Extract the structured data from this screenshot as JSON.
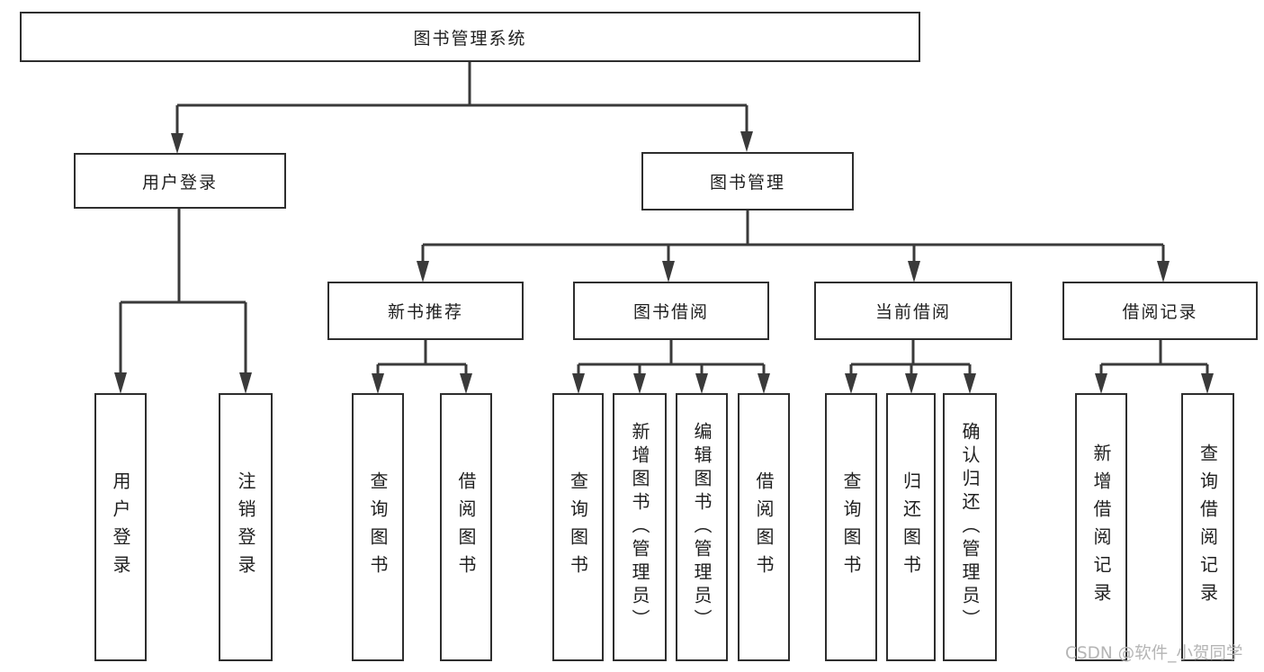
{
  "tree": {
    "label": "图书管理系统",
    "children": [
      {
        "label": "用户登录",
        "children": [
          {
            "label": "用户登录"
          },
          {
            "label": "注销登录"
          }
        ]
      },
      {
        "label": "图书管理",
        "children": [
          {
            "label": "新书推荐",
            "children": [
              {
                "label": "查询图书"
              },
              {
                "label": "借阅图书"
              }
            ]
          },
          {
            "label": "图书借阅",
            "children": [
              {
                "label": "查询图书"
              },
              {
                "label": "新增图书（管理员）"
              },
              {
                "label": "编辑图书（管理员）"
              },
              {
                "label": "借阅图书"
              }
            ]
          },
          {
            "label": "当前借阅",
            "children": [
              {
                "label": "查询图书"
              },
              {
                "label": "归还图书"
              },
              {
                "label": "确认归还（管理员）"
              }
            ]
          },
          {
            "label": "借阅记录",
            "children": [
              {
                "label": "新增借阅记录"
              },
              {
                "label": "查询借阅记录"
              }
            ]
          }
        ]
      }
    ]
  },
  "watermark": {
    "text": "CSDN @软件_小贺同学"
  },
  "colors": {
    "line": "#3a3a3a",
    "border": "#2e2e2e",
    "text": "#1f1f1f",
    "watermark": "#b5b5b5",
    "background": "#ffffff"
  }
}
